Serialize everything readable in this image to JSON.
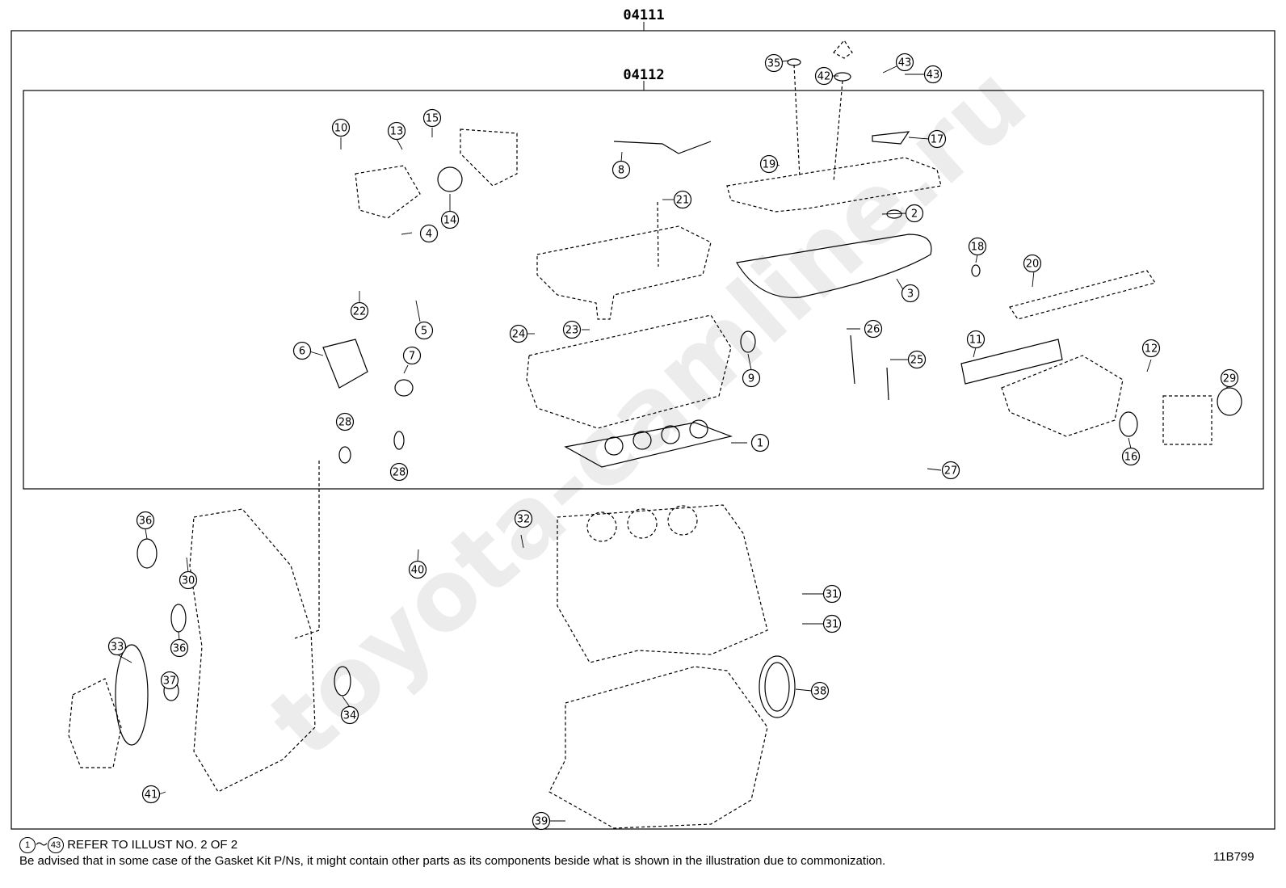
{
  "labels": {
    "top_code": "04111",
    "inner_code": "04112",
    "watermark": "toyota-camline.ru"
  },
  "callouts": [
    "1",
    "2",
    "3",
    "4",
    "5",
    "6",
    "7",
    "8",
    "9",
    "10",
    "11",
    "12",
    "13",
    "14",
    "15",
    "16",
    "17",
    "18",
    "19",
    "20",
    "21",
    "22",
    "23",
    "24",
    "25",
    "26",
    "27",
    "28",
    "28",
    "29",
    "30",
    "31",
    "31",
    "32",
    "33",
    "34",
    "35",
    "36",
    "36",
    "37",
    "38",
    "39",
    "40",
    "41",
    "42",
    "43",
    "43"
  ],
  "footer": {
    "range_start": "1",
    "range_sep": "～",
    "range_end": "43",
    "line1": "REFER TO ILLUST NO. 2 OF 2",
    "line2": "Be advised that in some case of the Gasket Kit P/Ns,  it might contain other parts as its components beside what is shown in the illustration due to commonization."
  },
  "illustration_id": "11B799"
}
